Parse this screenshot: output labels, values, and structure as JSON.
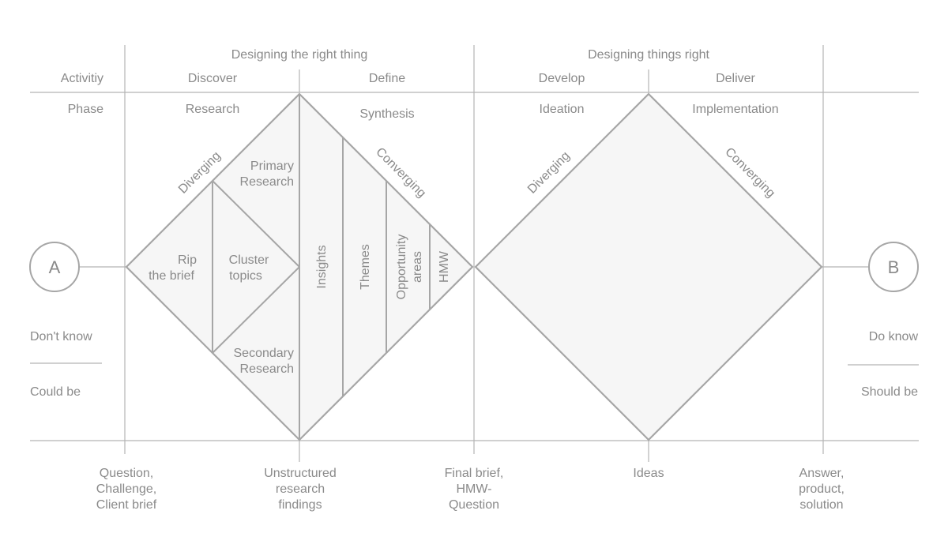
{
  "header": {
    "left_title": "Designing the right thing",
    "right_title": "Designing things right"
  },
  "row_labels": {
    "activity": "Activitiy",
    "phase": "Phase"
  },
  "activities": [
    "Discover",
    "Define",
    "Develop",
    "Deliver"
  ],
  "phases": [
    "Research",
    "Synthesis",
    "Ideation",
    "Implementation"
  ],
  "start_point": "A",
  "end_point": "B",
  "left_states": {
    "top": "Don't know",
    "bottom": "Could be"
  },
  "right_states": {
    "top": "Do know",
    "bottom": "Should be"
  },
  "diamond1": {
    "diverging": "Diverging",
    "converging": "Converging",
    "rip_brief": [
      "Rip",
      "the brief"
    ],
    "cluster_topics": [
      "Cluster",
      "topics"
    ],
    "primary_research": [
      "Primary",
      "Research"
    ],
    "secondary_research": [
      "Secondary",
      "Research"
    ],
    "insights": "Insights",
    "themes": "Themes",
    "opportunity_areas": [
      "Opportunity",
      "areas"
    ],
    "hmw": "HMW"
  },
  "diamond2": {
    "diverging": "Diverging",
    "converging": "Converging"
  },
  "outputs": [
    [
      "Question,",
      "Challenge,",
      "Client brief"
    ],
    [
      "Unstructured",
      "research",
      "findings"
    ],
    [
      "Final brief,",
      "HMW-",
      "Question"
    ],
    [
      "Ideas"
    ],
    [
      "Answer,",
      "product,",
      "solution"
    ]
  ],
  "colors": {
    "line": "#b4b4b4",
    "stroke": "#a6a6a6",
    "fill": "#f6f6f6",
    "text": "#8a8a8a"
  }
}
